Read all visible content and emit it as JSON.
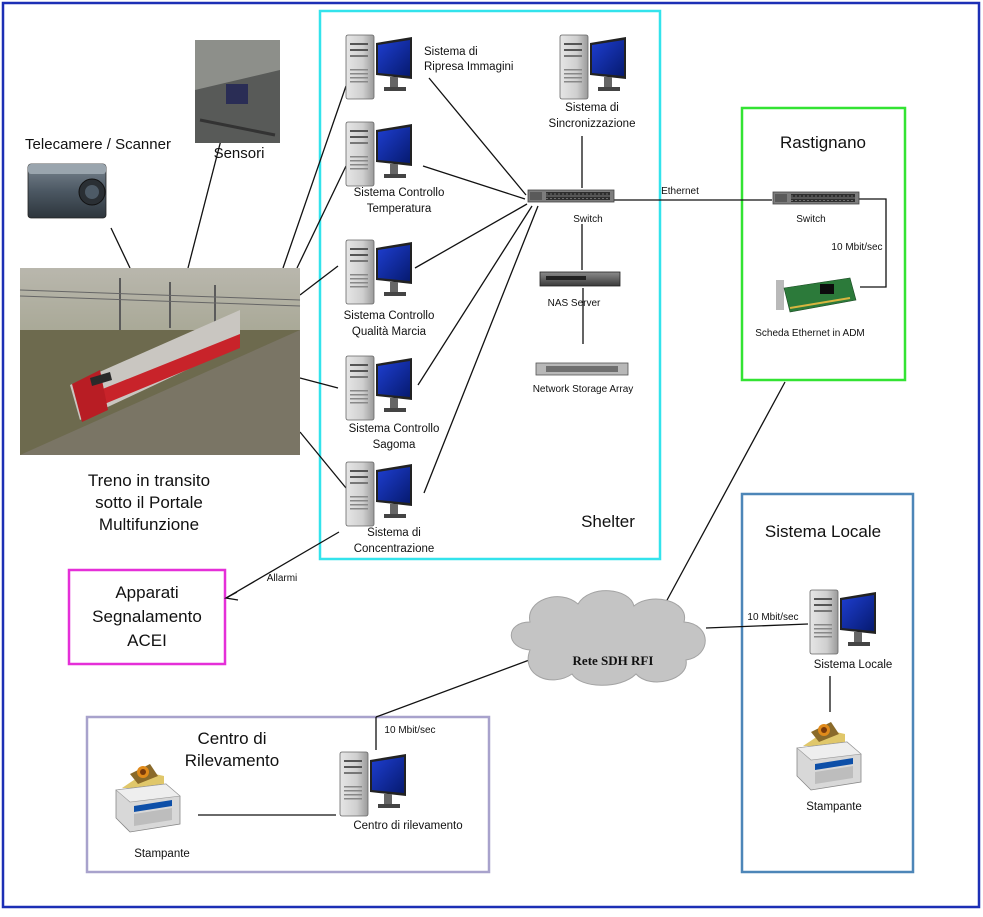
{
  "shelter": {
    "title": "Shelter",
    "systems": {
      "ripresa": [
        "Sistema di",
        "Ripresa Immagini"
      ],
      "sincronizzazione": [
        "Sistema di",
        "Sincronizzazione"
      ],
      "temperatura": [
        "Sistema Controllo",
        "Temperatura"
      ],
      "qualita": [
        "Sistema Controllo",
        "Qualità Marcia"
      ],
      "sagoma": [
        "Sistema Controllo",
        "Sagoma"
      ],
      "concentrazione": [
        "Sistema di",
        "Concentrazione"
      ]
    },
    "switch": "Switch",
    "nas": "NAS Server",
    "storage": "Network Storage Array"
  },
  "field": {
    "cameras": "Telecamere / Scanner",
    "sensors": "Sensori",
    "train": [
      "Treno in transito",
      "sotto il Portale",
      "Multifunzione"
    ]
  },
  "links": {
    "ethernet": "Ethernet",
    "allarmi": "Allarmi",
    "mbit_rastignano": "10 Mbit/sec",
    "mbit_locale": "10 Mbit/sec",
    "mbit_centro": "10 Mbit/sec"
  },
  "rastignano": {
    "title": "Rastignano",
    "switch": "Switch",
    "card": "Scheda Ethernet in ADM"
  },
  "acei": [
    "Apparati",
    "Segnalamento",
    "ACEI"
  ],
  "cloud": "Rete SDH RFI",
  "locale": {
    "title": "Sistema Locale",
    "pc": "Sistema Locale",
    "printer": "Stampante"
  },
  "centro": {
    "title": [
      "Centro di",
      "Rilevamento"
    ],
    "pc": "Centro di rilevamento",
    "printer": "Stampante"
  },
  "colors": {
    "outer": "#1c2fb5",
    "shelter": "#33e3ec",
    "rastignano": "#33e333",
    "acei": "#e52fd8",
    "locale": "#4d86b8",
    "centro": "#a8a2cc",
    "cloud": "#c4c4c4"
  }
}
